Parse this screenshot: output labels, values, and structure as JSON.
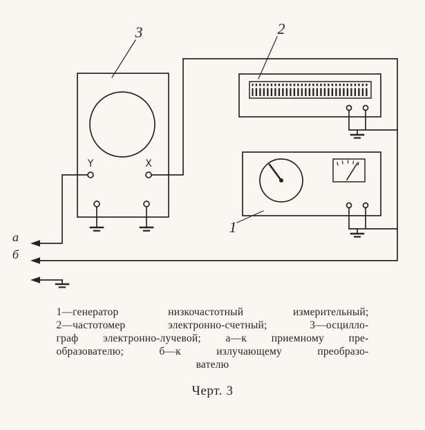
{
  "colors": {
    "ink": "#26241f",
    "paper": "#f8f7f2"
  },
  "diagram": {
    "callouts": {
      "oscilloscope": "3",
      "frequency_counter": "2",
      "generator": "1"
    },
    "oscilloscope": {
      "input_y_label": "Y",
      "input_x_label": "X"
    },
    "outputs": {
      "a_label": "а",
      "b_label": "б"
    }
  },
  "figure": {
    "caption_lines": [
      "1—генератор низкочастотный измерительный;",
      "2—частотомер электронно-счетный; 3—осцилло-",
      "граф электронно-лучевой; а—к приемному пре-",
      "образователю; б—к излучающему преобразо-",
      "вателю"
    ],
    "figure_label": "Черт. 3"
  }
}
